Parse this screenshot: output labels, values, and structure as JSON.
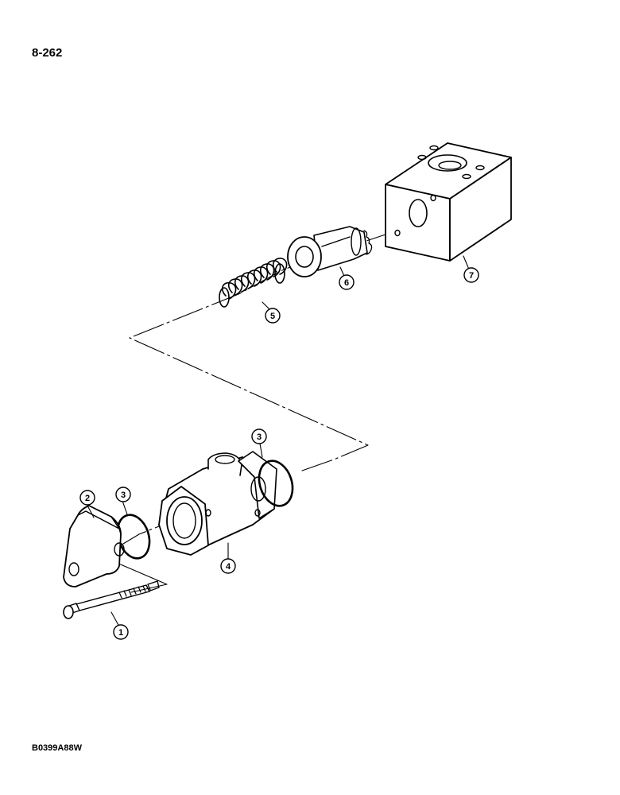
{
  "page": {
    "page_number": "8-262",
    "figure_code": "B0399A88W"
  },
  "callouts": [
    {
      "id": "callout-1",
      "label": "1"
    },
    {
      "id": "callout-2",
      "label": "2"
    },
    {
      "id": "callout-3-left",
      "label": "3"
    },
    {
      "id": "callout-3-right",
      "label": "3"
    },
    {
      "id": "callout-4",
      "label": "4"
    },
    {
      "id": "callout-5",
      "label": "5"
    },
    {
      "id": "callout-6",
      "label": "6"
    },
    {
      "id": "callout-7",
      "label": "7"
    }
  ],
  "colors": {
    "ink": "#000000",
    "paper": "#ffffff"
  }
}
